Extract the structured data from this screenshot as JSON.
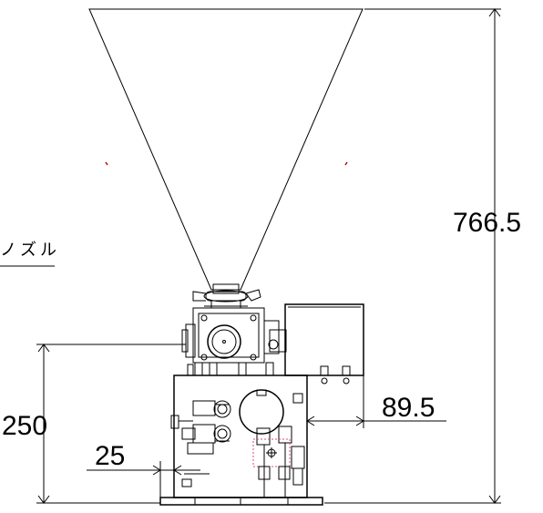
{
  "dimensions": {
    "total_height": "766.5",
    "base_height": "250",
    "side_offset": "89.5",
    "bottom_offset": "25"
  },
  "labels": {
    "nozzle_partial": "ノズル"
  },
  "colors": {
    "line": "#000000",
    "marker": "#cc0000",
    "marker_pink": "#d05080"
  }
}
